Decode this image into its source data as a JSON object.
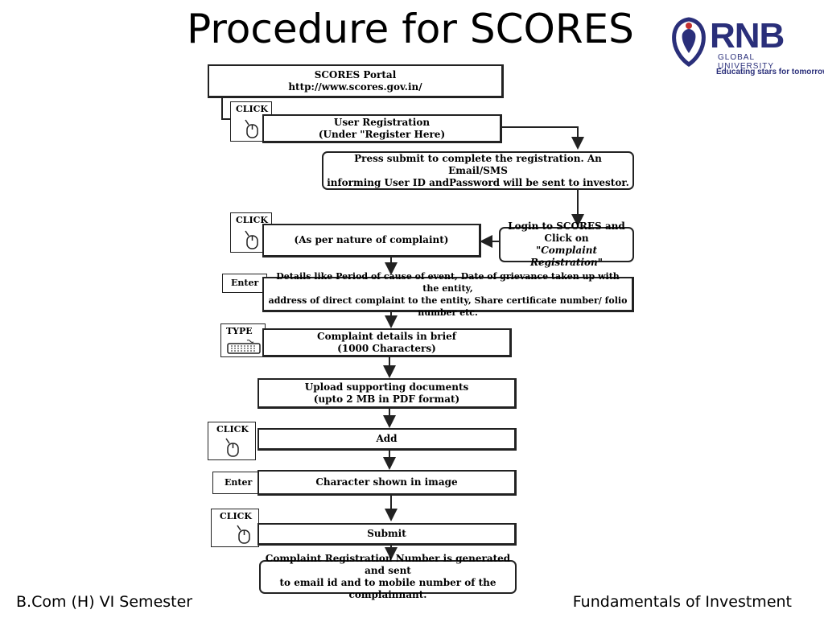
{
  "title": "Procedure for SCORES",
  "logo": {
    "word": "RNB",
    "subtitle": "GLOBAL UNIVERSITY",
    "tagline": "Educating stars for tomorrow"
  },
  "diagram": {
    "portal_title": "SCORES Portal",
    "portal_url": "http://www.scores.gov.in/",
    "registration": "User Registration\n(Under \"Register Here)",
    "submit_info": "Press submit to complete the registration. An Email/SMS\ninforming User ID andPassword will be sent to investor.",
    "login_line1": "Login to SCORES and Click on",
    "login_line2": "\"Complaint Registration\"",
    "nature": "(As per nature of complaint)",
    "details": "Details like Period of cause of event, Date of grievance taken up with the entity,\naddress of direct complaint to the entity, Share certificate number/ folio number etc.",
    "brief": "Complaint details in brief\n(1000 Characters)",
    "upload": "Upload supporting documents\n(upto 2 MB in PDF format)",
    "add": "Add",
    "captcha": "Character shown in image",
    "submit": "Submit",
    "result": "Complaint Registration Number is generated and sent\nto email id and to mobile number of the complainnant.",
    "tags": {
      "click": "CLICK",
      "enter": "Enter",
      "type": "TYPE"
    }
  },
  "footer": {
    "left": "B.Com (H) VI Semester",
    "right": "Fundamentals of Investment"
  },
  "colors": {
    "logo": "#2a2f7a",
    "lines": "#222222"
  }
}
